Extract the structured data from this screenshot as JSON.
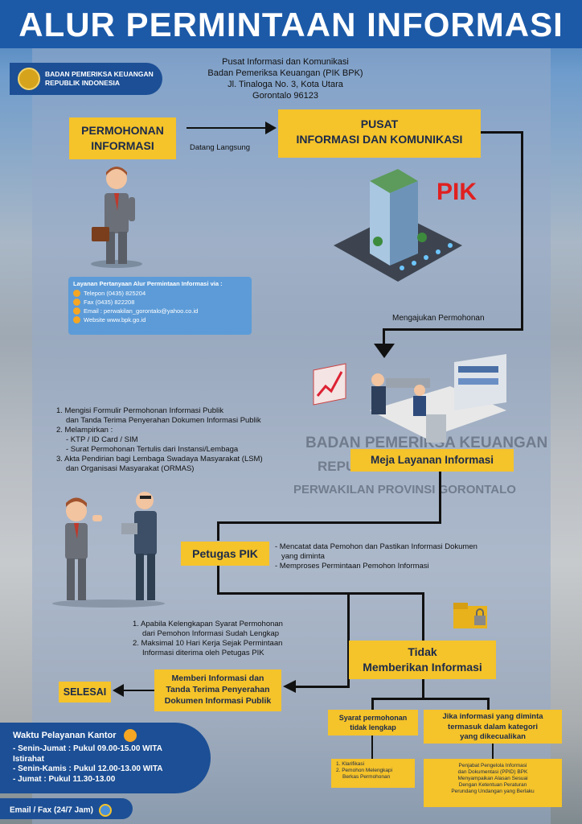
{
  "title": "ALUR PERMINTAAN INFORMASI",
  "logo": {
    "line1": "BADAN PEMERIKSA KEUANGAN",
    "line2": "REPUBLIK INDONESIA"
  },
  "address": [
    "Pusat Informasi dan Komunikasi",
    "Badan Pemeriksa Keuangan (PIK BPK)",
    "Jl. Tinaloga No. 3, Kota Utara",
    "Gorontalo 96123"
  ],
  "permohonan": {
    "line1": "PERMOHONAN",
    "line2": "INFORMASI"
  },
  "datang_langsung": "Datang Langsung",
  "pusat": {
    "line1": "PUSAT",
    "line2": "INFORMASI DAN KOMUNIKASI"
  },
  "pik_label": "PIK",
  "contact": {
    "head": "Layanan Pertanyaan Alur Permintaan Informasi via :",
    "items": [
      "Telepon (0435) 825204",
      "Fax (0435) 822208",
      "Email : perwakilan_gorontalo@yahoo.co.id",
      "Website www.bpk.go.id"
    ]
  },
  "mengajukan": "Mengajukan Permohonan",
  "requirements": [
    "1. Mengisi Formulir Permohonan Informasi Publik",
    "    dan Tanda Terima Penyerahan Dokumen Informasi Publik",
    "2. Melampirkan :",
    "    - KTP / ID Card / SIM",
    "    - Surat Permohonan Tertulis dari Instansi/Lembaga",
    "3. Akta Pendirian bagi Lembaga Swadaya Masyarakat (LSM)",
    "    dan Organisasi Masyarakat (ORMAS)"
  ],
  "meja": "Meja Layanan Informasi",
  "building_text": {
    "line1": "BADAN PEMERIKSA KEUANGAN",
    "line2": "REPUBLIK INDONESIA",
    "line3": "PERWAKILAN PROVINSI GORONTALO"
  },
  "petugas": "Petugas PIK",
  "petugas_notes": [
    "- Mencatat data Pemohon dan Pastikan Informasi Dokumen",
    "   yang diminta",
    "- Memproses Permintaan Pemohon Informasi"
  ],
  "conditions": [
    "1. Apabila Kelengkapan Syarat Permohonan",
    "    dari Pemohon Informasi Sudah Lengkap",
    "2. Maksimal 10 Hari Kerja Sejak Permintaan",
    "    Informasi diterima oleh Petugas PIK"
  ],
  "tidak": {
    "line1": "Tidak",
    "line2": "Memberikan Informasi"
  },
  "memberi": {
    "line1": "Memberi Informasi dan",
    "line2": "Tanda Terima Penyerahan",
    "line3": "Dokumen Informasi Publik"
  },
  "selesai": "SELESAI",
  "syarat": {
    "line1": "Syarat permohonan",
    "line2": "tidak lengkap"
  },
  "jika": {
    "line1": "Jika informasi yang diminta",
    "line2": "termasuk dalam kategori",
    "line3": "yang dikecualikan"
  },
  "klarifikasi": {
    "line1": "1. Klarifikasi",
    "line2": "2. Pemohon Melengkapi",
    "line3": "    Berkas Permohonan"
  },
  "pejabat": {
    "line1": "Penjabat Pengelola Informasi",
    "line2": "dan Dokumentasi (PPID) BPK",
    "line3": "Menyampaikan Alasan Sesuai",
    "line4": "Dengan Ketentuan Peraturan",
    "line5": "Perundang Undangan yang Berlaku"
  },
  "hours": {
    "title": "Waktu Pelayanan Kantor",
    "lines": [
      "- Senin-Jumat : Pukul 09.00-15.00 WITA",
      "Istirahat",
      "- Senin-Kamis : Pukul 12.00-13.00 WITA",
      "- Jumat : Pukul 11.30-13.00"
    ]
  },
  "email_fax": "Email / Fax (24/7 Jam)",
  "colors": {
    "accent_blue": "#1c5aa8",
    "box_yellow": "#f5c32a",
    "pik_red": "#e02020"
  }
}
